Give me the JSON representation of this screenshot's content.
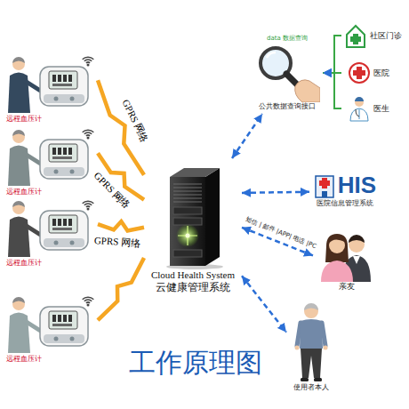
{
  "diagram": {
    "title": "工作原理图",
    "nodes": [
      {
        "text": [
          "远程血压计"
        ]
      },
      {
        "text": [
          "远程血压计"
        ]
      },
      {
        "text": [
          "远程血压计"
        ]
      },
      {
        "text": [
          "远程血压计"
        ]
      },
      {
        "text": [
          "Cloud Health System",
          "云健康管理系统"
        ]
      },
      {
        "text": [
          "data 数据查询",
          "公共数据查询接口"
        ]
      },
      {
        "text": [
          "社区门诊"
        ]
      },
      {
        "text": [
          "医院"
        ]
      },
      {
        "text": [
          "医生"
        ]
      },
      {
        "text": [
          "HIS",
          "医院信息管理系统"
        ]
      },
      {
        "text": [
          "亲友"
        ]
      },
      {
        "text": [
          "使用者本人"
        ]
      }
    ],
    "edges": [
      {
        "from": 0,
        "to": 4,
        "arrow": "none",
        "label": "GPRS 网络"
      },
      {
        "from": 1,
        "to": 4,
        "arrow": "none",
        "label": "GPRS 网络"
      },
      {
        "from": 2,
        "to": 4,
        "arrow": "none",
        "label": "GPRS 网络"
      },
      {
        "from": 3,
        "to": 4,
        "arrow": "none"
      },
      {
        "from": 6,
        "to": 5,
        "arrow": "to"
      },
      {
        "from": 7,
        "to": 5,
        "arrow": "to"
      },
      {
        "from": 8,
        "to": 5,
        "arrow": "to"
      },
      {
        "from": 4,
        "to": 5,
        "arrow": "both"
      },
      {
        "from": 4,
        "to": 9,
        "arrow": "both"
      },
      {
        "from": 4,
        "to": 10,
        "arrow": "both",
        "label": "短信 | 邮件 |APP| 电话 |PC"
      },
      {
        "from": 4,
        "to": 11,
        "arrow": "both"
      }
    ]
  }
}
